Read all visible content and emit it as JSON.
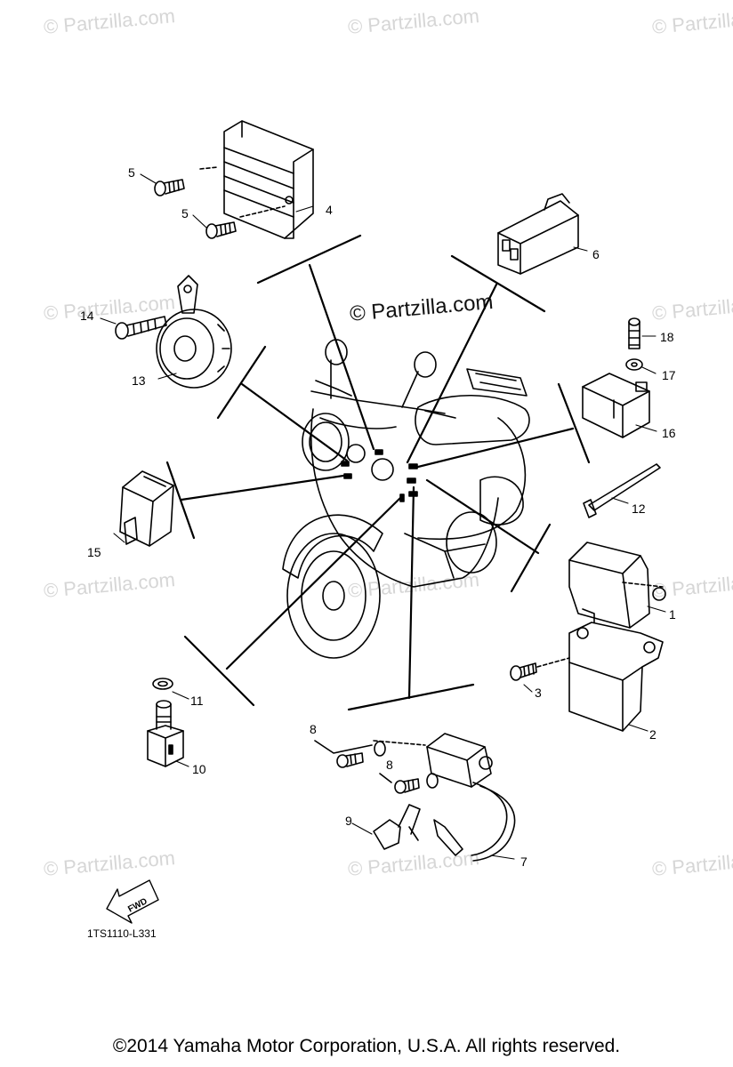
{
  "watermarks": {
    "text": "© Partzilla.com",
    "center": "© Partzilla.com"
  },
  "callouts": {
    "c1": "1",
    "c2": "2",
    "c3": "3",
    "c4": "4",
    "c5a": "5",
    "c5b": "5",
    "c6": "6",
    "c7": "7",
    "c8a": "8",
    "c8b": "8",
    "c9": "9",
    "c10": "10",
    "c11": "11",
    "c12": "12",
    "c13": "13",
    "c14": "14",
    "c15": "15",
    "c16": "16",
    "c17": "17",
    "c18": "18"
  },
  "fwd_label": "FWD",
  "diagram_code": "1TS1110-L331",
  "copyright": "©2014  Yamaha Motor Corporation, U.S.A. All rights reserved."
}
